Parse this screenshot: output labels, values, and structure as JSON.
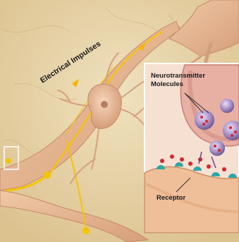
{
  "labels": {
    "electrical_impulses": "Electrical Impulses",
    "neurotransmitter_line1": "Neurotransmitter",
    "neurotransmitter_line2": "Molecules",
    "receptor": "Receptor"
  },
  "colors": {
    "background": "#e9d7ad",
    "neuron": "#e3b592",
    "neuron_dark": "#c98f6c",
    "impulse": "#f5c400",
    "synapse_bg": "#f3d9c9",
    "vesicle": "#9a86b8",
    "molecule": "#d8242c",
    "receptor": "#2aa7a7"
  }
}
